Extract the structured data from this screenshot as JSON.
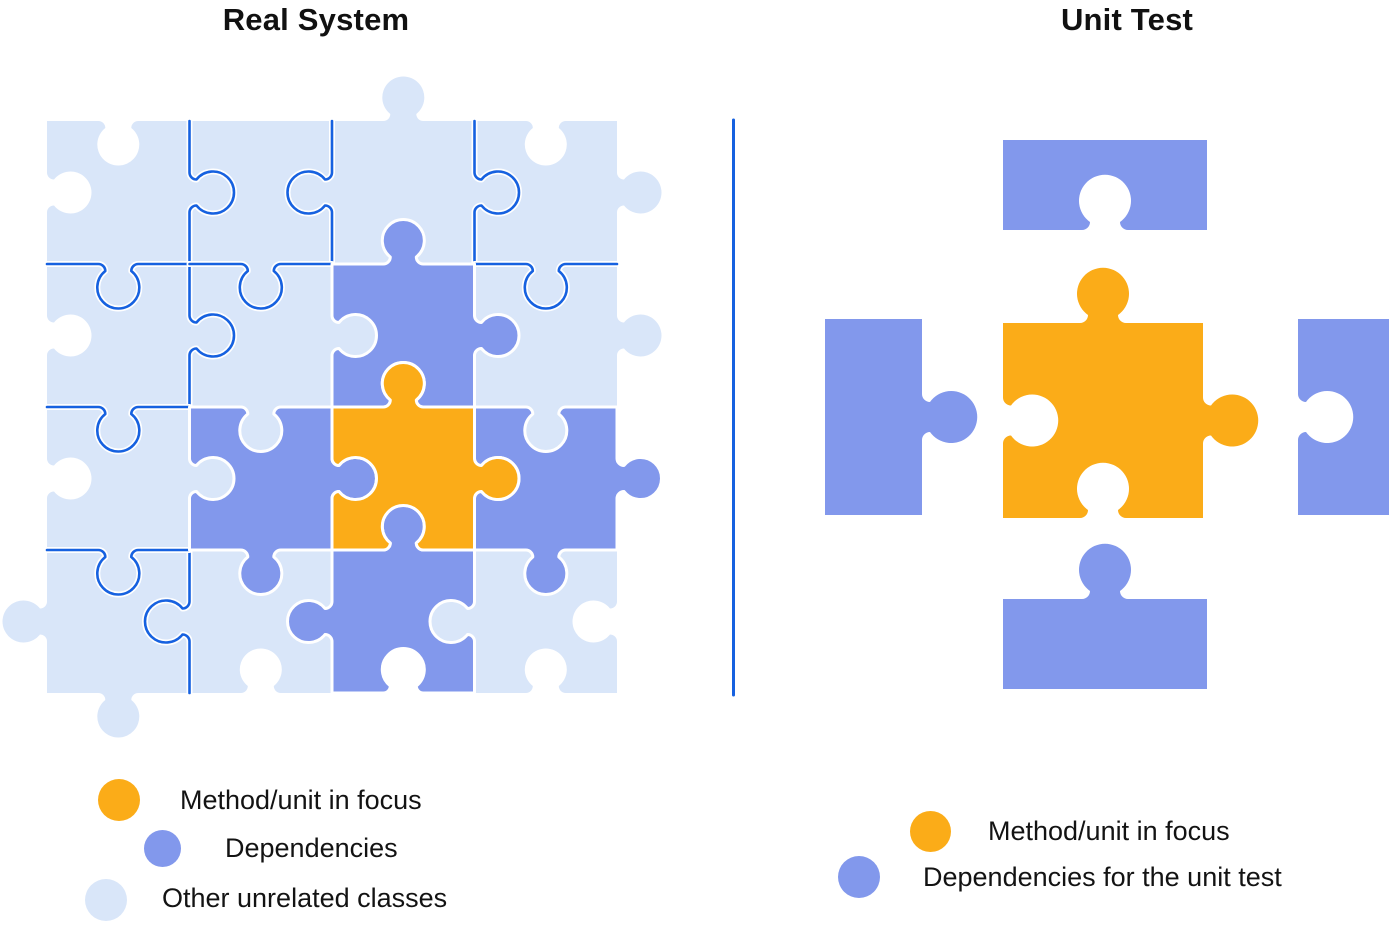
{
  "colors": {
    "focus": "#FBAC18",
    "dependency": "#8298EC",
    "unrelated": "#D9E6F9",
    "outline": "#1661E0",
    "halo": "#FFFFFF",
    "text": "#131313"
  },
  "left_panel": {
    "title": "Real System",
    "legend": [
      {
        "label": "Method/unit in focus",
        "color": "focus"
      },
      {
        "label": "Dependencies",
        "color": "dependency"
      },
      {
        "label": "Other unrelated classes",
        "color": "unrelated"
      }
    ]
  },
  "right_panel": {
    "title": "Unit Test",
    "legend": [
      {
        "label": "Method/unit in focus",
        "color": "focus"
      },
      {
        "label": "Dependencies for the unit test",
        "color": "dependency"
      }
    ]
  },
  "puzzle": {
    "grid": [
      [
        "unrelated",
        "unrelated",
        "unrelated",
        "unrelated"
      ],
      [
        "unrelated",
        "unrelated",
        "dependency",
        "unrelated"
      ],
      [
        "unrelated",
        "dependency",
        "focus",
        "dependency"
      ],
      [
        "unrelated",
        "unrelated",
        "dependency",
        "unrelated"
      ]
    ],
    "unit_test_pieces": {
      "top": "dependency",
      "left": "dependency",
      "center": "focus",
      "right": "dependency",
      "bottom": "dependency"
    }
  }
}
